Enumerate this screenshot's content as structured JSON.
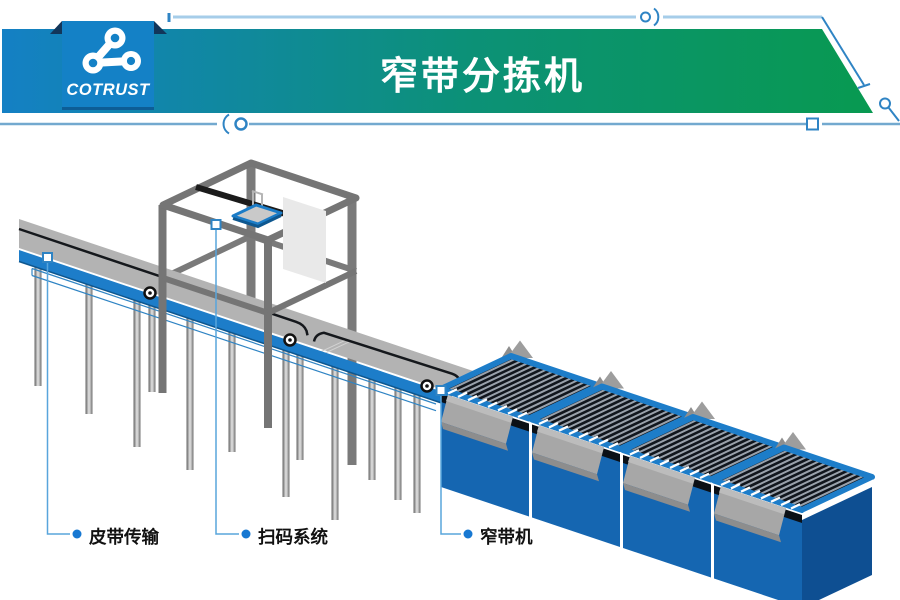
{
  "brand": {
    "name": "COTRUST",
    "icon": "chain-links-icon"
  },
  "header": {
    "title": "窄带分拣机"
  },
  "callouts": [
    {
      "text": "皮带传输"
    },
    {
      "text": "扫码系统"
    },
    {
      "text": "窄带机"
    }
  ],
  "colors": {
    "banner_blue": "#1480c5",
    "banner_green": "#089a4e",
    "accent_blue": "#1d7dc9",
    "decor_line_blue": "#2f84c4",
    "leader_line_blue": "#58a5dc",
    "dot_blue": "#1778d2",
    "dark_navy_fold": "#12365a",
    "module_front_blue": "#1566b1",
    "module_side_blue": "#0e4f92",
    "conveyor_gray": "#b3b3b3",
    "frame_gray": "#757575"
  }
}
